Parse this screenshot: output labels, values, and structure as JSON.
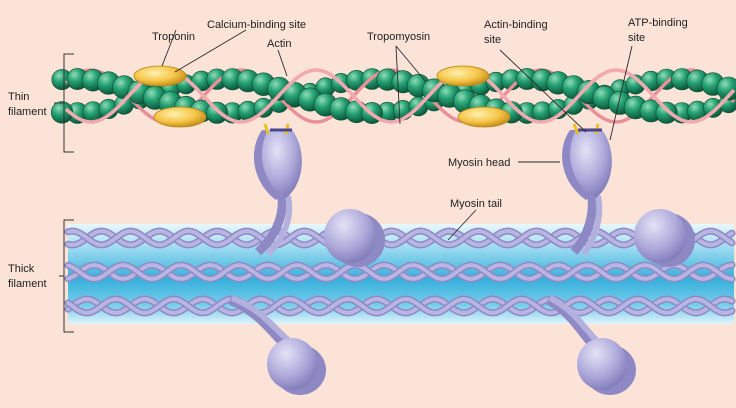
{
  "labels": {
    "troponin": "Troponin",
    "calcium_binding_site": "Calcium-binding site",
    "actin": "Actin",
    "tropomyosin": "Tropomyosin",
    "actin_binding_site_line1": "Actin-binding",
    "actin_binding_site_line2": "site",
    "atp_binding_site_line1": "ATP-binding",
    "atp_binding_site_line2": "site",
    "thin_filament_line1": "Thin",
    "thin_filament_line2": "filament",
    "thick_filament_line1": "Thick",
    "thick_filament_line2": "filament",
    "myosin_head": "Myosin head",
    "myosin_tail": "Myosin tail"
  },
  "colors": {
    "background": "#fbe3d8",
    "actin_bead": "#1f9468",
    "tropomyosin": "#f2aab0",
    "troponin": "#f6c64a",
    "myosin": "#b4b0de",
    "thick_filament_core": "#3fb3dc"
  }
}
